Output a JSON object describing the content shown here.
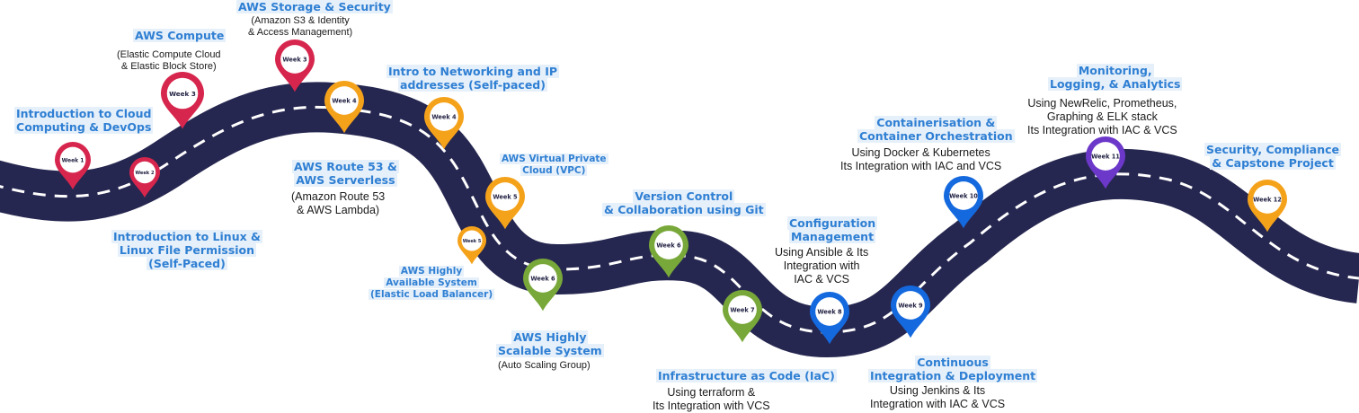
{
  "colors": {
    "road": "#262750",
    "dash": "#ffffff",
    "title_text": "#2f7fd3",
    "title_bg": "#e6f0fa",
    "pin_red": "#d7264d",
    "pin_orange": "#f5a21b",
    "pin_green": "#78a83a",
    "pin_blue": "#1469de",
    "pin_purple": "#6c38c9"
  },
  "pins": [
    {
      "label": "Week 1",
      "color": "red"
    },
    {
      "label": "Week 2",
      "color": "red"
    },
    {
      "label": "Week 3",
      "color": "red"
    },
    {
      "label": "Week 3",
      "color": "red"
    },
    {
      "label": "Week 4",
      "color": "orange"
    },
    {
      "label": "Week 4",
      "color": "orange"
    },
    {
      "label": "Week 5",
      "color": "orange"
    },
    {
      "label": "Week 5",
      "color": "orange"
    },
    {
      "label": "Week 6",
      "color": "green"
    },
    {
      "label": "Week 6",
      "color": "green"
    },
    {
      "label": "Week 7",
      "color": "green"
    },
    {
      "label": "Week 8",
      "color": "blue"
    },
    {
      "label": "Week 9",
      "color": "blue"
    },
    {
      "label": "Week 10",
      "color": "blue"
    },
    {
      "label": "Week 11",
      "color": "purple"
    },
    {
      "label": "Week 12",
      "color": "orange"
    }
  ],
  "topics": {
    "intro_cloud": {
      "title": "Introduction to Cloud\nComputing & DevOps"
    },
    "aws_compute": {
      "title": "AWS Compute",
      "desc": "(Elastic Compute Cloud\n& Elastic Block Store)"
    },
    "aws_storage": {
      "title": "AWS Storage & Security",
      "desc": "(Amazon S3 & Identity\n& Access Management)"
    },
    "intro_linux": {
      "title": "Introduction to Linux &\nLinux File Permission\n(Self-Paced)"
    },
    "networking": {
      "title": "Intro to Networking and IP\naddresses (Self-paced)"
    },
    "route53": {
      "title": "AWS Route 53 &\nAWS Serverless",
      "desc": "(Amazon Route 53\n& AWS Lambda)"
    },
    "vpc": {
      "title": "AWS Virtual Private\nCloud (VPC)"
    },
    "ha": {
      "title": "AWS Highly\nAvailable System\n(Elastic Load Balancer)"
    },
    "scalable": {
      "title": "AWS Highly\nScalable System",
      "desc": "(Auto Scaling Group)"
    },
    "git": {
      "title": "Version Control\n& Collaboration using Git"
    },
    "iac": {
      "title": "Infrastructure as Code (IaC)",
      "desc": "Using terraform &\nIts Integration with VCS"
    },
    "config": {
      "title": "Configuration\nManagement",
      "desc": "Using Ansible & Its\nIntegration with\nIAC & VCS"
    },
    "cicd": {
      "title": "Continuous\nIntegration & Deployment",
      "desc": "Using Jenkins & Its\nIntegration with IAC & VCS"
    },
    "containers": {
      "title": "Containerisation &\nContainer Orchestration",
      "desc": "Using Docker & Kubernetes\nIts Integration with IAC and VCS"
    },
    "monitoring": {
      "title": "Monitoring,\nLogging, & Analytics",
      "desc": "Using NewRelic, Prometheus,\nGraphing & ELK stack\nIts Integration with IAC & VCS"
    },
    "security": {
      "title": "Security, Compliance\n& Capstone Project"
    }
  }
}
